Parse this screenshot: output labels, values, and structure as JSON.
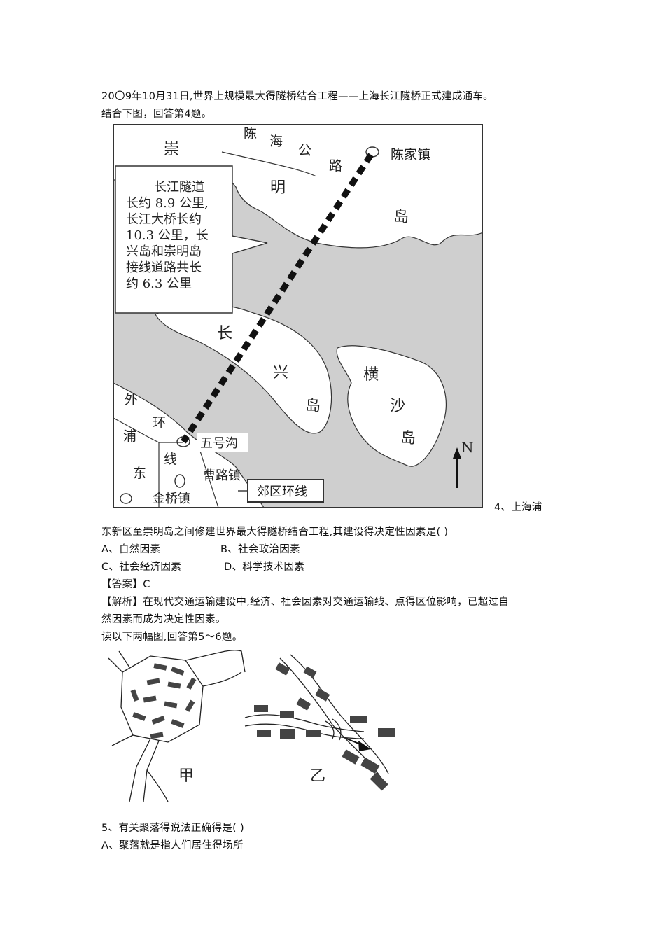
{
  "intro": {
    "line1": "20〇9年10月31日,世界上规模最大得隧桥结合工程——上海长江隧桥正式建成通车。",
    "line2": "结合下图，回答第4题。"
  },
  "map": {
    "places": {
      "chongming_1": "崇",
      "chongming_2": "明",
      "chongming_3": "岛",
      "road_1": "陈",
      "road_2": "海",
      "road_3": "公",
      "road_4": "路",
      "chenjiazhen": "陈家镇",
      "changxing_1": "长",
      "changxing_2": "兴",
      "changxing_3": "岛",
      "hengsha_1": "横",
      "hengsha_2": "沙",
      "hengsha_3": "岛",
      "outer_ring_1": "外",
      "outer_ring_2": "环",
      "outer_ring_3": "线",
      "pudong_1": "浦",
      "pudong_2": "东",
      "wuhaogou": "五号沟",
      "caoluzhen": "曹路镇",
      "jinqiaozhen": "金桥镇",
      "suburb_ring": "郊区环线",
      "north": "N"
    },
    "callout": [
      "长江隧道",
      "长约 8.9 公里,",
      "长江大桥长约",
      "10.3 公里，长",
      "兴岛和崇明岛",
      "接线道路共长",
      "约 6.3 公里"
    ]
  },
  "q4": {
    "stem_tail": "4、上海浦",
    "stem_line2": "东新区至崇明岛之间修建世界最大得隧桥结合工程,其建设得决定性因素是(    )",
    "option_a": "A、自然因素",
    "option_b": "B、社会政治因素",
    "option_c": "C、社会经济因素",
    "option_d": "D、科学技术因素",
    "answer": "【答案】C",
    "analysis_line1": "【解析】在现代交通运输建设中,经济、社会因素对交通运输线、点得区位影响，已超过自",
    "analysis_line2": "然因素而成为决定性因素。"
  },
  "q56_intro": "读以下两幅图,回答第5～6题。",
  "figure2": {
    "label_jia": "甲",
    "label_yi": "乙"
  },
  "q5": {
    "stem": "5、有关聚落得说法正确得是(     )",
    "option_a": "A、聚落就是指人们居住得场所"
  }
}
